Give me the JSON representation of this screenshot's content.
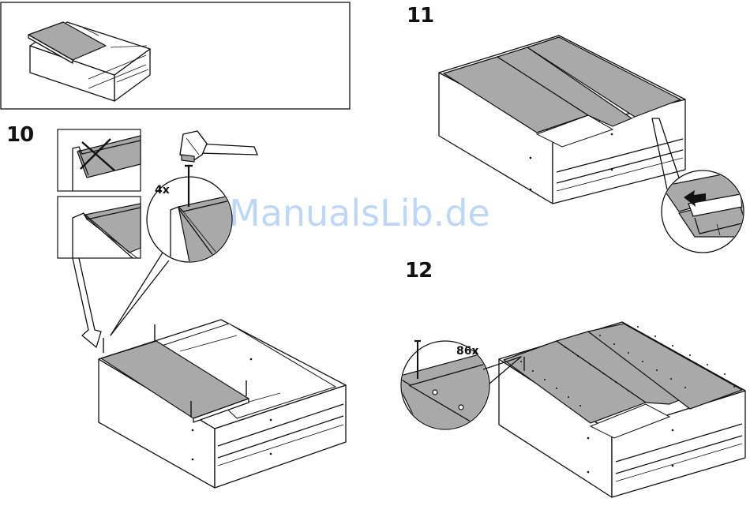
{
  "steps": {
    "step10": {
      "number": "10",
      "quantity": "4x"
    },
    "step11": {
      "number": "11"
    },
    "step12": {
      "number": "12",
      "quantity": "86x"
    }
  },
  "watermark": {
    "text": "ManualsLib.de"
  },
  "icons": {
    "hammer": "hammer-icon",
    "nail": "nail-icon",
    "wrong_mark": "cross-icon",
    "push_arrow": "arrow-icon"
  },
  "colors": {
    "panel_fill": "#a9a9a9",
    "line": "#111111",
    "watermark": "#4a8ee8"
  }
}
